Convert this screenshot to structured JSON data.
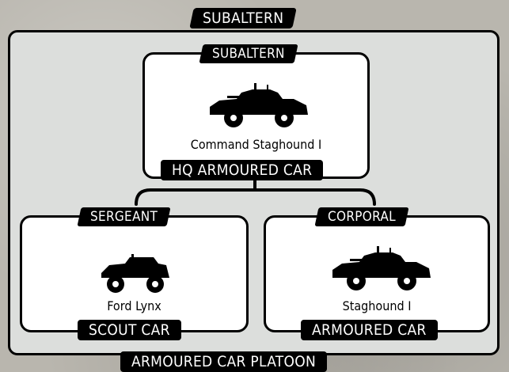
{
  "page": {
    "top_tag": "SUBALTERN",
    "bottom_tag": "ARMOURED CAR PLATOON"
  },
  "hq": {
    "rank_tag": "SUBALTERN",
    "vehicle_name": "Command Staghound I",
    "role_tag": "HQ ARMOURED CAR",
    "icon": "armoured-car-silhouette-icon"
  },
  "left": {
    "rank_tag": "SERGEANT",
    "vehicle_name": "Ford Lynx",
    "role_tag": "SCOUT CAR",
    "icon": "scout-car-silhouette-icon"
  },
  "right": {
    "rank_tag": "CORPORAL",
    "vehicle_name": "Staghound I",
    "role_tag": "ARMOURED CAR",
    "icon": "armoured-car-silhouette-icon"
  },
  "colors": {
    "ink": "#000000",
    "panel": "#dcdedc",
    "card": "#ffffff",
    "background": "#b9b6ae"
  }
}
